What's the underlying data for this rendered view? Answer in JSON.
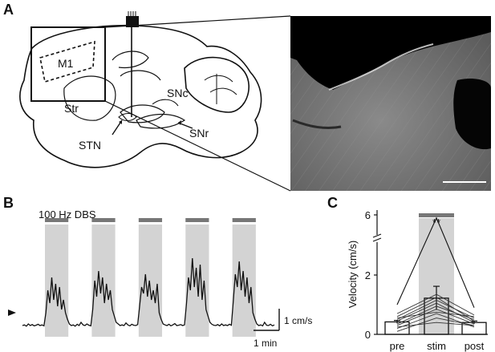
{
  "panels": {
    "a": {
      "letter": "A",
      "regions": {
        "m1": "M1",
        "str": "Str",
        "snc": "SNc",
        "snr": "SNr",
        "stn": "STN"
      }
    },
    "b": {
      "letter": "B",
      "stim_label": "100 Hz DBS",
      "scale_y": "1 cm/s",
      "scale_x": "1 min"
    },
    "c": {
      "letter": "C",
      "significance": "**"
    }
  },
  "colors": {
    "stim_shade": "#d3d3d3",
    "stim_bar": "#777777",
    "line": "#111111",
    "micrograph_bg": "#6e6e6e"
  },
  "chart_data": [
    {
      "type": "line",
      "panel": "B",
      "title": "",
      "xlabel": "",
      "ylabel": "",
      "stim_periods_count": 5,
      "stim_label": "100 Hz DBS",
      "scale_bars": {
        "y": "1 cm/s",
        "x": "1 min"
      },
      "series": [
        {
          "values": [
            0.1,
            0.12,
            0.08,
            0.15,
            0.1,
            0.13,
            0.09,
            0.11,
            0.14,
            0.1,
            0.12,
            0.09,
            0.5,
            1.2,
            0.8,
            1.6,
            0.9,
            1.4,
            0.7,
            1.3,
            0.6,
            0.9,
            0.5,
            0.3,
            0.15,
            0.1,
            0.12,
            0.08,
            0.14,
            0.1,
            0.2,
            0.12,
            0.1,
            0.15,
            0.11,
            0.09,
            0.6,
            1.5,
            1.0,
            1.8,
            1.1,
            1.6,
            0.8,
            1.4,
            0.9,
            1.2,
            0.6,
            0.4,
            0.2,
            0.15,
            0.1,
            0.12,
            0.1,
            0.18,
            0.12,
            0.09,
            0.14,
            0.11,
            0.1,
            0.13,
            0.7,
            1.3,
            1.1,
            1.7,
            1.0,
            1.5,
            0.9,
            1.2,
            0.8,
            1.4,
            0.5,
            0.3,
            0.15,
            0.12,
            0.1,
            0.14,
            0.09,
            0.12,
            0.16,
            0.1,
            0.11,
            0.13,
            0.1,
            0.12,
            0.8,
            1.6,
            1.2,
            2.2,
            1.3,
            1.9,
            1.0,
            2.0,
            0.9,
            1.5,
            0.6,
            0.4,
            0.2,
            0.14,
            0.11,
            0.1,
            0.13,
            0.09,
            0.15,
            0.1,
            0.12,
            0.1,
            0.14,
            0.11,
            0.9,
            1.7,
            1.3,
            2.1,
            1.2,
            1.8,
            1.0,
            1.6,
            0.8,
            1.3,
            0.5,
            0.3,
            0.15,
            0.1,
            0.12,
            0.09,
            0.2,
            0.11,
            0.1,
            0.14,
            0.09,
            0.12
          ]
        }
      ]
    },
    {
      "type": "bar",
      "panel": "C",
      "categories": [
        "pre",
        "stim",
        "post"
      ],
      "values": [
        0.42,
        1.22,
        0.4
      ],
      "errors": [
        0.05,
        0.4,
        0.05
      ],
      "ylabel": "Velocity (cm/s)",
      "y_ticks": [
        "0",
        "2",
        "6"
      ],
      "axis_break": true,
      "significance": "**",
      "paired_lines": [
        [
          0.1,
          0.55,
          0.3
        ],
        [
          0.2,
          0.7,
          0.25
        ],
        [
          0.3,
          0.85,
          0.35
        ],
        [
          0.35,
          0.95,
          0.5
        ],
        [
          0.45,
          1.05,
          0.4
        ],
        [
          0.5,
          1.15,
          0.55
        ],
        [
          0.55,
          0.75,
          0.6
        ],
        [
          0.6,
          1.25,
          0.45
        ],
        [
          0.7,
          1.35,
          0.65
        ],
        [
          0.25,
          0.4,
          0.3
        ]
      ],
      "outlier_line": [
        1.0,
        5.6,
        0.9
      ]
    }
  ]
}
